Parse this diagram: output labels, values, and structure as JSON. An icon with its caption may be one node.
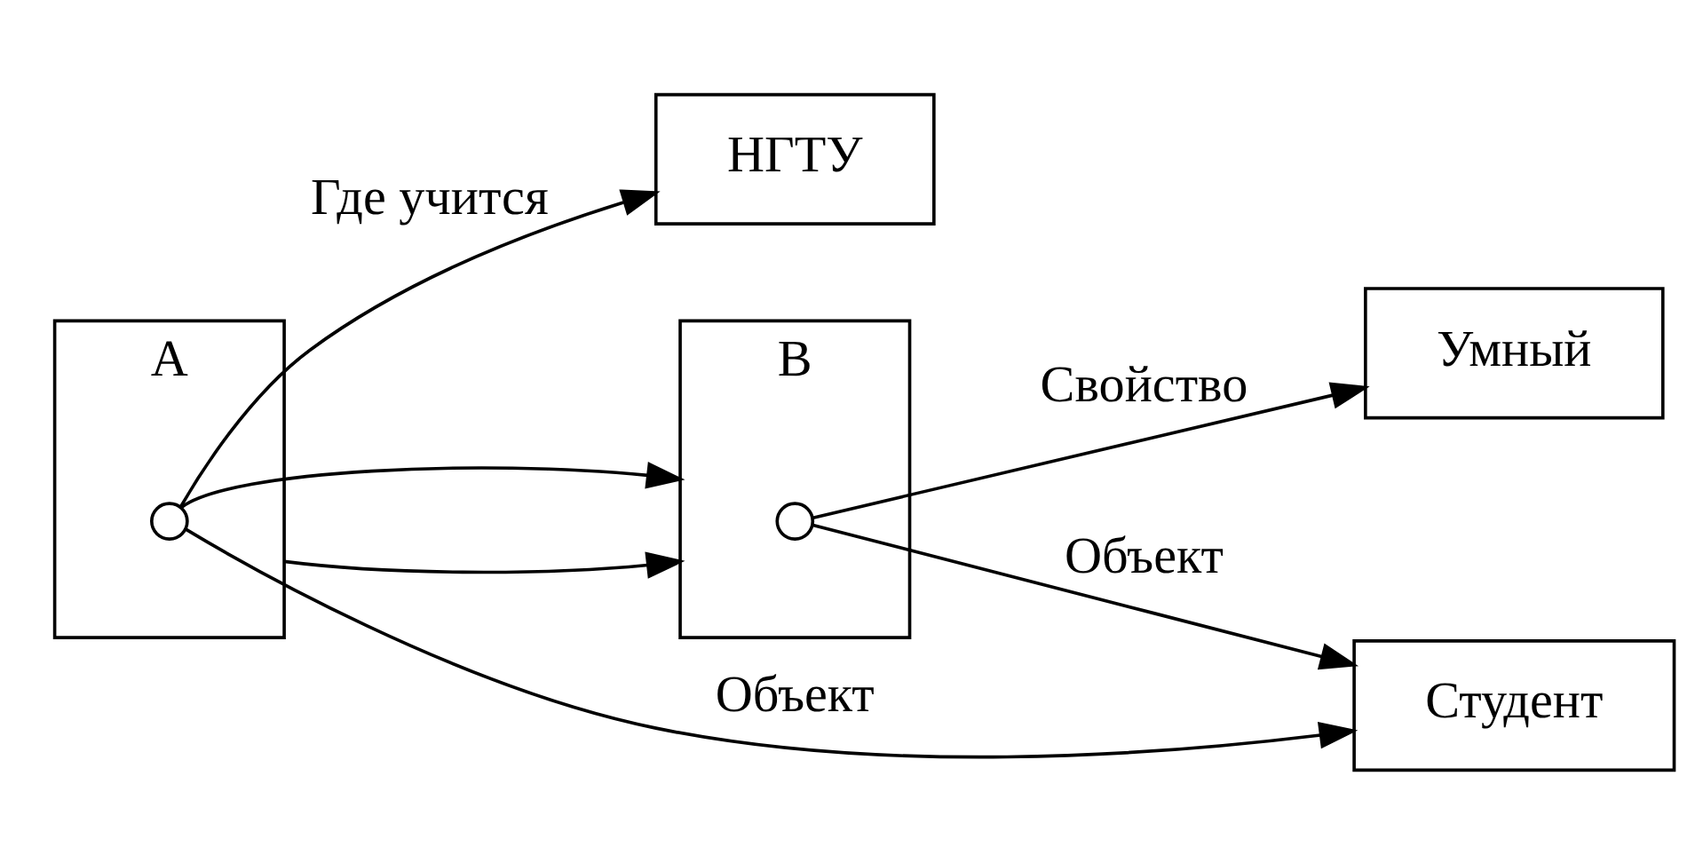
{
  "diagram": {
    "nodes": [
      {
        "text": [
          "НГТУ"
        ]
      },
      {
        "text": [
          "A"
        ]
      },
      {
        "text": [],
        "shape": "circle",
        "in": 1
      },
      {
        "text": [
          "B"
        ]
      },
      {
        "text": [],
        "shape": "circle",
        "in": 3
      },
      {
        "text": [
          "Студент"
        ]
      },
      {
        "text": [
          "Умный"
        ]
      }
    ],
    "edges": [
      {
        "from": 2,
        "to": 0,
        "arrow": "to",
        "label": "Где учится"
      },
      {
        "from": 1,
        "to": 3,
        "arrow": "to"
      },
      {
        "from": 2,
        "to": 3,
        "arrow": "to"
      },
      {
        "from": 2,
        "to": 5,
        "arrow": "to",
        "label": "Объект"
      },
      {
        "from": 4,
        "to": 5,
        "arrow": "to",
        "label": "Объект"
      },
      {
        "from": 4,
        "to": 6,
        "arrow": "to",
        "label": "Свойство"
      }
    ]
  }
}
